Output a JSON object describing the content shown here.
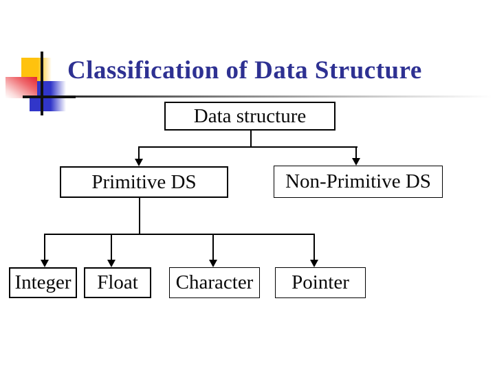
{
  "slide": {
    "title": "Classification of Data Structure",
    "background": "#FFFFFF"
  },
  "diagram": {
    "root": {
      "label": "Data structure"
    },
    "branches": [
      {
        "label": "Primitive DS"
      },
      {
        "label": "Non-Primitive DS"
      }
    ],
    "leaves": [
      {
        "label": "Integer"
      },
      {
        "label": "Float"
      },
      {
        "label": "Character"
      },
      {
        "label": "Pointer"
      }
    ]
  },
  "colors": {
    "title_text": "#2E3192",
    "node_border": "#000000",
    "node_fill": "#FFFFFF",
    "connector": "#000000",
    "logo_yellow": "#FFC20E",
    "logo_red": "#E73136",
    "logo_blue": "#3136C9"
  }
}
